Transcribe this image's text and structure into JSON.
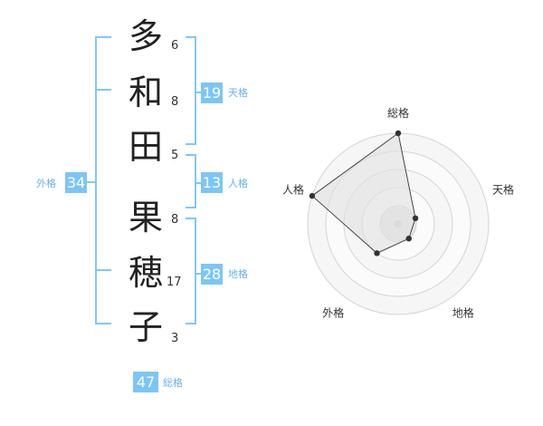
{
  "name_chars": [
    {
      "char": "多",
      "strokes": "6"
    },
    {
      "char": "和",
      "strokes": "8"
    },
    {
      "char": "田",
      "strokes": "5"
    },
    {
      "char": "果",
      "strokes": "8"
    },
    {
      "char": "穂",
      "strokes": "17"
    },
    {
      "char": "子",
      "strokes": "3"
    }
  ],
  "kaku": {
    "tenkaku": {
      "value": "19",
      "label": "天格"
    },
    "jinkaku": {
      "value": "13",
      "label": "人格"
    },
    "chikaku": {
      "value": "28",
      "label": "地格"
    },
    "gaikaku": {
      "value": "34",
      "label": "外格"
    },
    "soukaku": {
      "value": "47",
      "label": "総格"
    }
  },
  "colors": {
    "accent": "#7cc6f7",
    "bracket": "#82c8f4",
    "chart_fill": "#ececec"
  },
  "chart_data": {
    "type": "radar",
    "axes": [
      "総格",
      "天格",
      "地格",
      "外格",
      "人格"
    ],
    "rings": 5,
    "values": [
      1.0,
      0.2,
      0.2,
      0.4,
      1.0
    ],
    "grid": true
  }
}
